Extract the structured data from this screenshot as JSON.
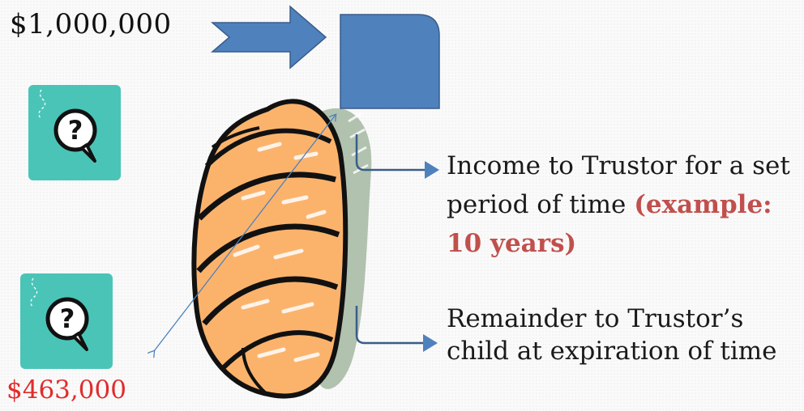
{
  "principal_amount": "$1,000,000",
  "remainder_amount": "$463,000",
  "income_branch": {
    "text_before": "Income to Trustor for a set period of time ",
    "highlight": "(example: 10 years)"
  },
  "remainder_branch": {
    "text": "Remainder to Trustor’s child at expiration of time"
  },
  "icons": {
    "trust_box": "rounded-square",
    "trust_clipart": "bread-loaf-clipart",
    "question_tiles": [
      "question-bubble-icon",
      "question-bubble-icon"
    ]
  },
  "colors": {
    "arrow_fill": "#4f81bd",
    "arrow_stroke": "#385d8a",
    "tile": "#4bc4b8",
    "loaf": "#fbb36c",
    "shadow": "#a8bba6",
    "highlight": "#c0504d",
    "remainder_value": "#e22b2b"
  }
}
